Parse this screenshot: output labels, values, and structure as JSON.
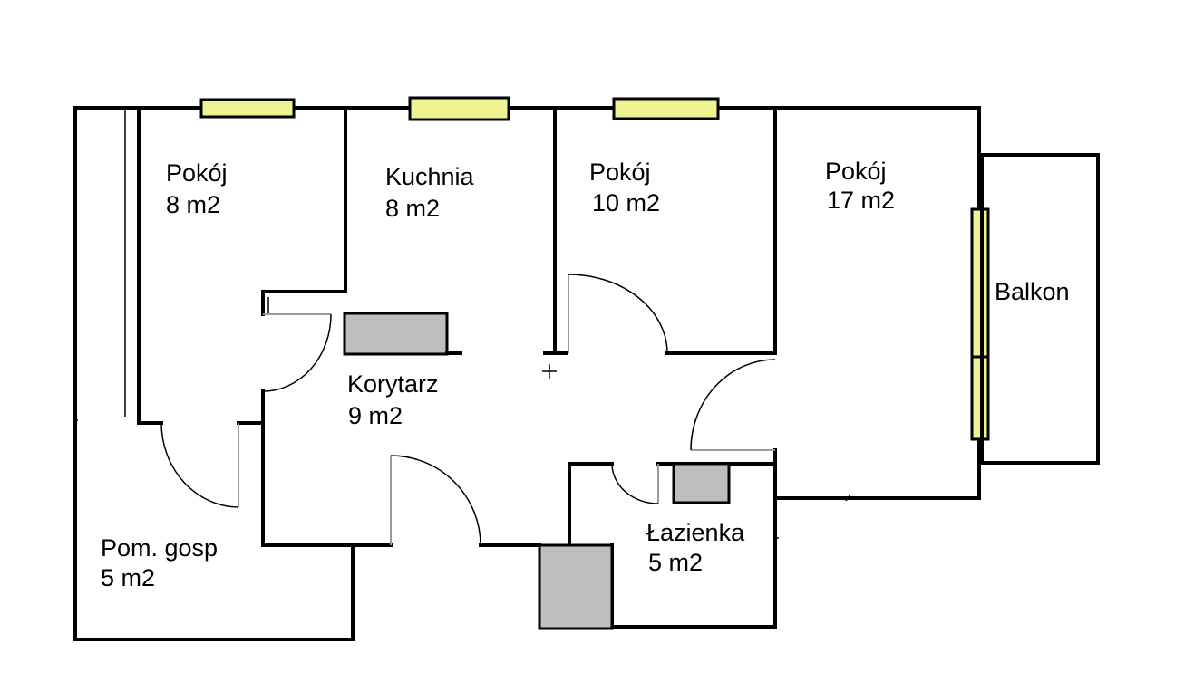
{
  "colors": {
    "walls": "#000000",
    "window_fill": "#eef290",
    "fixture_fill": "#bdbdbd",
    "door_leaf": "#9a9a9a",
    "background": "#ffffff"
  },
  "rooms": [
    {
      "key": "pokoj-8",
      "name": "Pokój",
      "area": "8 m2"
    },
    {
      "key": "kuchnia",
      "name": "Kuchnia",
      "area": "8 m2"
    },
    {
      "key": "pokoj-10",
      "name": "Pokój",
      "area": "10 m2"
    },
    {
      "key": "pokoj-17",
      "name": "Pokój",
      "area": "17 m2"
    },
    {
      "key": "balkon",
      "name": "Balkon",
      "area": ""
    },
    {
      "key": "korytarz",
      "name": "Korytarz",
      "area": "9 m2"
    },
    {
      "key": "pom-gosp",
      "name": "Pom. gosp",
      "area": "5 m2"
    },
    {
      "key": "lazienka",
      "name": "Łazienka",
      "area": "5 m2"
    }
  ]
}
